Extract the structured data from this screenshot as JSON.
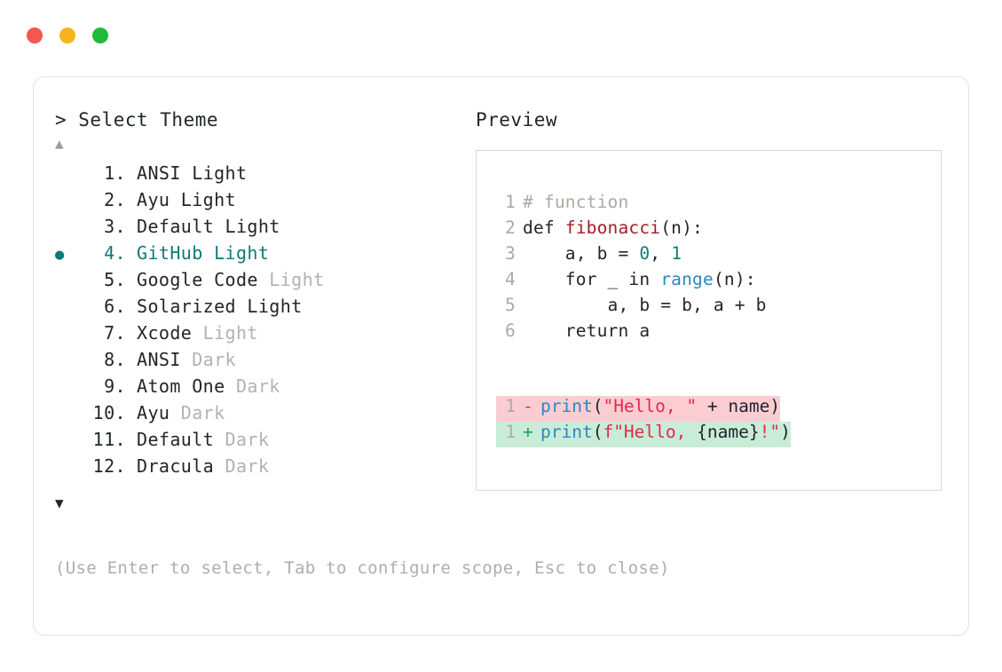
{
  "window": {
    "dots": [
      {
        "name": "close",
        "color": "#f5564e"
      },
      {
        "name": "minimize",
        "color": "#f6b51e"
      },
      {
        "name": "maximize",
        "color": "#22bb39"
      }
    ]
  },
  "prompt": {
    "header": "> Select Theme",
    "scroll_up_glyph": "▲",
    "scroll_down_glyph": "▼",
    "selected_marker": "●",
    "footer_hint": "(Use Enter to select, Tab to configure scope, Esc to close)"
  },
  "themes": [
    {
      "index": " 1.",
      "name": "ANSI",
      "variant": "Light",
      "variant_muted": false,
      "selected": false
    },
    {
      "index": " 2.",
      "name": "Ayu",
      "variant": "Light",
      "variant_muted": false,
      "selected": false
    },
    {
      "index": " 3.",
      "name": "Default",
      "variant": "Light",
      "variant_muted": false,
      "selected": false
    },
    {
      "index": " 4.",
      "name": "GitHub",
      "variant": "Light",
      "variant_muted": false,
      "selected": true
    },
    {
      "index": " 5.",
      "name": "Google Code",
      "variant": "Light",
      "variant_muted": true,
      "selected": false
    },
    {
      "index": " 6.",
      "name": "Solarized",
      "variant": "Light",
      "variant_muted": false,
      "selected": false
    },
    {
      "index": " 7.",
      "name": "Xcode",
      "variant": "Light",
      "variant_muted": true,
      "selected": false
    },
    {
      "index": " 8.",
      "name": "ANSI",
      "variant": "Dark",
      "variant_muted": true,
      "selected": false
    },
    {
      "index": " 9.",
      "name": "Atom One",
      "variant": "Dark",
      "variant_muted": true,
      "selected": false
    },
    {
      "index": "10.",
      "name": "Ayu",
      "variant": "Dark",
      "variant_muted": true,
      "selected": false
    },
    {
      "index": "11.",
      "name": "Default",
      "variant": "Dark",
      "variant_muted": true,
      "selected": false
    },
    {
      "index": "12.",
      "name": "Dracula",
      "variant": "Dark",
      "variant_muted": true,
      "selected": false
    }
  ],
  "preview": {
    "title": "Preview",
    "code_lines": [
      {
        "no": "1",
        "tokens": [
          {
            "t": "# function",
            "c": "tok-comment"
          }
        ]
      },
      {
        "no": "2",
        "tokens": [
          {
            "t": "def ",
            "c": "tok-plain"
          },
          {
            "t": "fibonacci",
            "c": "tok-func"
          },
          {
            "t": "(n):",
            "c": "tok-plain"
          }
        ]
      },
      {
        "no": "3",
        "tokens": [
          {
            "t": "    a, b = ",
            "c": "tok-plain"
          },
          {
            "t": "0",
            "c": "tok-num"
          },
          {
            "t": ", ",
            "c": "tok-plain"
          },
          {
            "t": "1",
            "c": "tok-num"
          }
        ]
      },
      {
        "no": "4",
        "tokens": [
          {
            "t": "    for _ in ",
            "c": "tok-plain"
          },
          {
            "t": "range",
            "c": "tok-builtin"
          },
          {
            "t": "(n):",
            "c": "tok-plain"
          }
        ]
      },
      {
        "no": "5",
        "tokens": [
          {
            "t": "        a, b = b, a + b",
            "c": "tok-plain"
          }
        ]
      },
      {
        "no": "6",
        "tokens": [
          {
            "t": "    return a",
            "c": "tok-plain"
          }
        ]
      }
    ],
    "diff_lines": [
      {
        "no": "1",
        "kind": "removed",
        "sign": "-",
        "tokens": [
          {
            "t": "print",
            "c": "tok-builtin"
          },
          {
            "t": "(",
            "c": "tok-plain"
          },
          {
            "t": "\"Hello, \"",
            "c": "tok-string"
          },
          {
            "t": " + name)",
            "c": "tok-plain"
          }
        ]
      },
      {
        "no": "1",
        "kind": "added",
        "sign": "+",
        "tokens": [
          {
            "t": "print",
            "c": "tok-builtin"
          },
          {
            "t": "(",
            "c": "tok-plain"
          },
          {
            "t": "f\"Hello, ",
            "c": "tok-string"
          },
          {
            "t": "{name}",
            "c": "tok-plain"
          },
          {
            "t": "!\"",
            "c": "tok-string"
          },
          {
            "t": ")",
            "c": "tok-plain"
          }
        ]
      }
    ]
  },
  "colors": {
    "accent_teal": "#0f7a74",
    "muted_gray": "#b2b2b2",
    "diff_removed_bg": "#fbcdd2",
    "diff_added_bg": "#c9ecd9",
    "string_red": "#e4294b",
    "func_red": "#a51d28",
    "builtin_blue": "#2b87c4"
  }
}
